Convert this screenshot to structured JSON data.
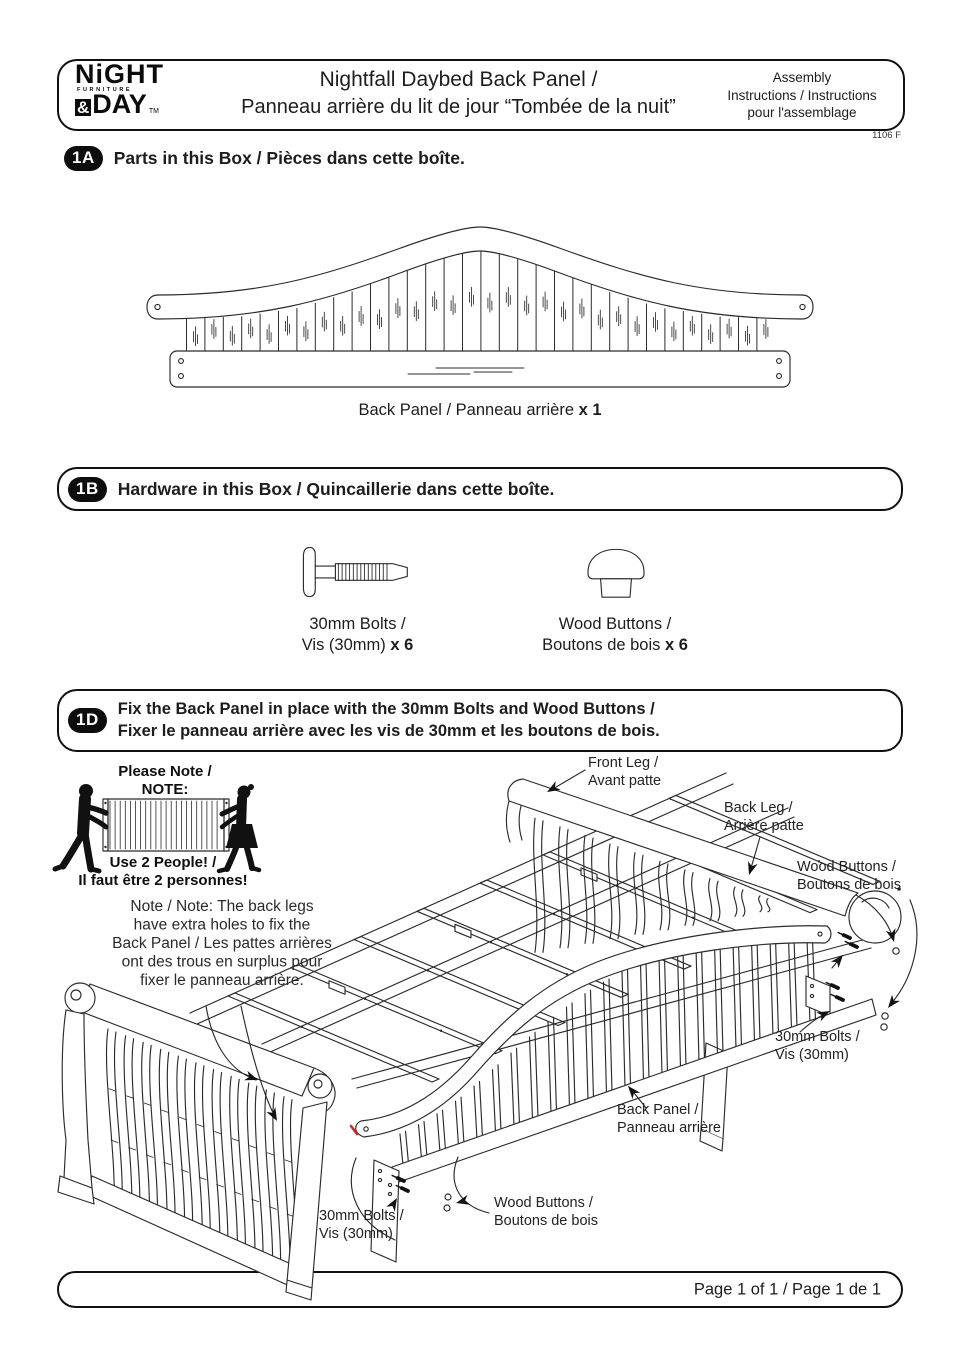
{
  "header": {
    "logo_line1": "NiGHT",
    "logo_furniture": "FURNITURE",
    "logo_amp": "&",
    "logo_day": "DAY",
    "logo_tm": "TM",
    "title_en": "Nightfall Daybed Back Panel /",
    "title_fr": "Panneau arrière du lit de jour “Tombée de la nuit”",
    "corner_line1": "Assembly",
    "corner_line2": "Instructions / Instructions",
    "corner_line3": "pour l'assemblage",
    "form_number": "1106 F"
  },
  "section_1a": {
    "badge": "1A",
    "title": "Parts in this Box / Pièces dans cette boîte.",
    "caption": "Back Panel / Panneau arrière",
    "qty": "x 1"
  },
  "section_1b": {
    "badge": "1B",
    "title": "Hardware in this Box / Quincaillerie dans cette boîte.",
    "items": [
      {
        "line1": "30mm Bolts /",
        "line2": "Vis (30mm)",
        "qty": "x 6"
      },
      {
        "line1": "Wood Buttons /",
        "line2": "Boutons de bois",
        "qty": "x 6"
      }
    ]
  },
  "section_1d": {
    "badge": "1D",
    "title_line1": "Fix the Back Panel in place with the 30mm Bolts and Wood Buttons /",
    "title_line2": "Fixer le panneau arrière avec les vis de 30mm et les boutons de bois.",
    "note": {
      "title1": "Please Note /",
      "title2": "NOTE:",
      "caption1": "Use 2 People! /",
      "caption2": "Il faut être 2 personnes!"
    },
    "legs_note": [
      "Note / Note: The back legs",
      "have extra holes to fix the",
      "Back Panel / Les pattes arrières",
      "ont des trous en surplus pour",
      "fixer le panneau arrière."
    ],
    "labels": {
      "front_leg": [
        "Front Leg /",
        "Avant patte"
      ],
      "back_leg": [
        "Back Leg /",
        "Arrière patte"
      ],
      "wood_buttons_right": [
        "Wood Buttons /",
        "Boutons de bois"
      ],
      "bolts_right": [
        "30mm Bolts /",
        "Vis (30mm)"
      ],
      "back_panel": [
        "Back Panel /",
        "Panneau arrière"
      ],
      "wood_buttons_bottom": [
        "Wood Buttons /",
        "Boutons de bois"
      ],
      "bolts_bottom": [
        "30mm Bolts /",
        "Vis (30mm)"
      ]
    }
  },
  "footer": {
    "text": "Page 1 of 1 / Page 1 de 1"
  },
  "colors": {
    "ink": "#2b2b2b",
    "accent_red": "#cc2a2a",
    "paper": "#ffffff"
  }
}
